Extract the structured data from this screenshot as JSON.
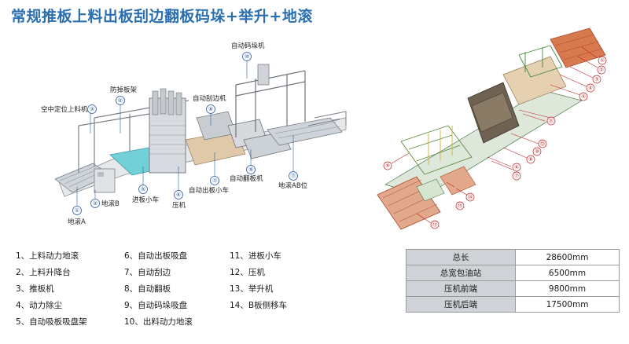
{
  "title": "常规推板上料出板刮边翻板码垛+举升+地滚",
  "left_callouts": [
    {
      "num": "①",
      "label": "地滚A"
    },
    {
      "num": "②",
      "label": "地滚B"
    },
    {
      "num": "③",
      "label": "空中定位上料机"
    },
    {
      "num": "④",
      "label": "防掉板架"
    },
    {
      "num": "⑤",
      "label": "进板小车"
    },
    {
      "num": "⑥",
      "label": "压机"
    },
    {
      "num": "⑦",
      "label": "自动出板小车"
    },
    {
      "num": "⑧",
      "label": "自动刮边机"
    },
    {
      "num": "⑨",
      "label": "自动翻板机"
    },
    {
      "num": "⑩",
      "label": "自动码垛机"
    },
    {
      "num": "⑪",
      "label": "地滚AB位"
    }
  ],
  "right_callouts": [
    "①",
    "②",
    "③",
    "④",
    "⑤",
    "⑥",
    "⑦",
    "⑧",
    "⑨",
    "⑩",
    "⑪",
    "⑫",
    "⑬",
    "⑭",
    "⑮"
  ],
  "legend": [
    "1、上料动力地滚",
    "2、上料升降台",
    "3、推板机",
    "4、动力除尘",
    "5、自动吸板吸盘架",
    "6、自动出板吸盘",
    "7、自动刮边",
    "8、自动翻板",
    "9、自动码垛吸盘",
    "10、出料动力地滚",
    "11、进板小车",
    "12、压机",
    "13、举升机",
    "14、B板侧移车"
  ],
  "specs": [
    {
      "key": "总长",
      "value": "28600mm"
    },
    {
      "key": "总宽包油站",
      "value": "6500mm"
    },
    {
      "key": "压机前端",
      "value": "9800mm"
    },
    {
      "key": "压机后端",
      "value": "17500mm"
    }
  ]
}
